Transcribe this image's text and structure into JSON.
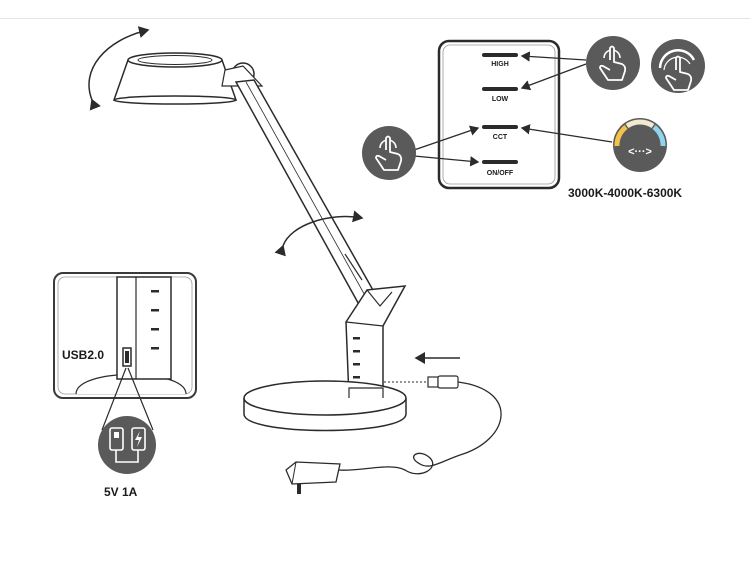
{
  "control_panel": {
    "buttons": [
      {
        "label": "HIGH"
      },
      {
        "label": "LOW"
      },
      {
        "label": "CCT"
      },
      {
        "label": "ON/OFF"
      }
    ],
    "color_temperature_label": "3000K-4000K-6300K"
  },
  "usb_inset": {
    "port_label": "USB2.0",
    "output_label": "5V 1A"
  },
  "colors": {
    "stroke": "#2b2b2b",
    "icon_circle": "#5a5a5a",
    "button_bar": "#2b2b2b",
    "inset_border": "#3a3a3a"
  },
  "icons": [
    "touch-icon",
    "press-hold-icon",
    "color-temperature-icon",
    "usb-charging-icon",
    "rotate-arrow-icon",
    "insert-arrow-icon",
    "power-adapter-icon"
  ]
}
